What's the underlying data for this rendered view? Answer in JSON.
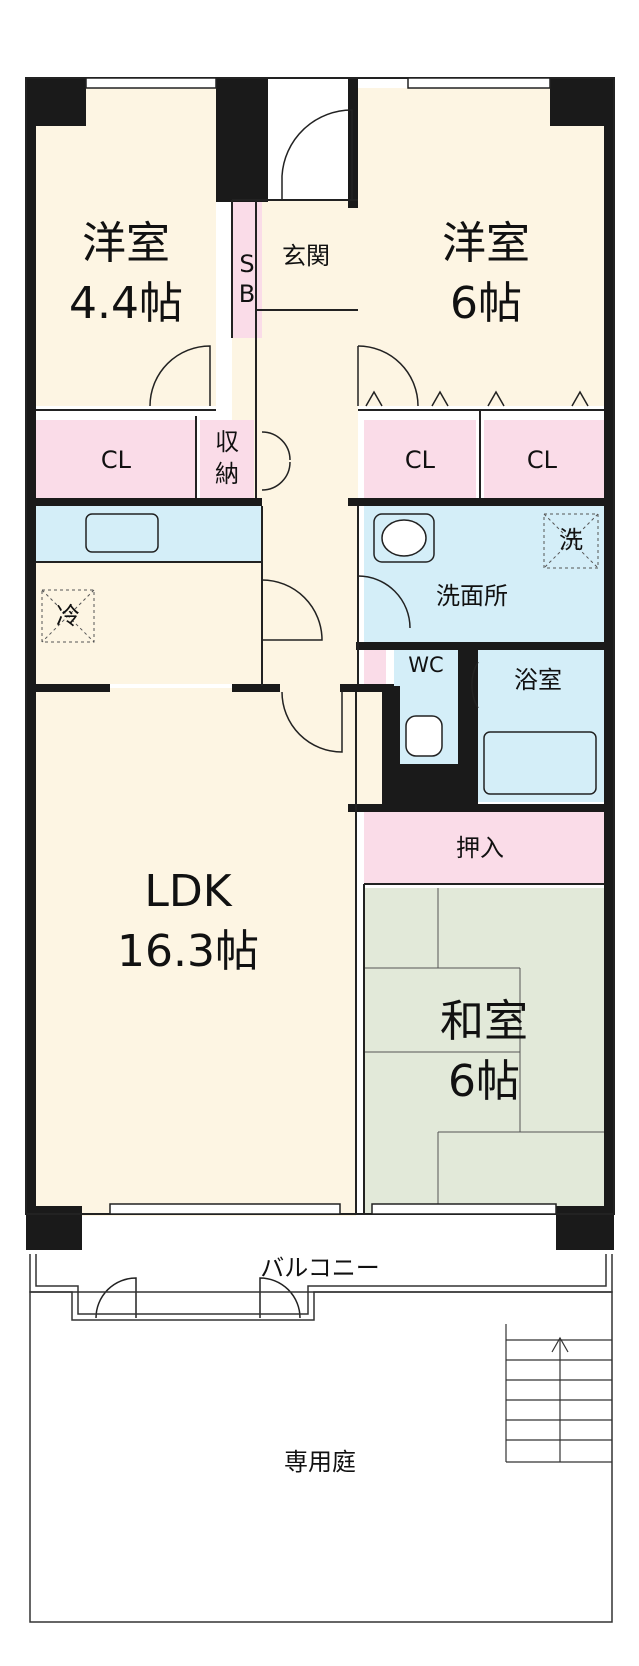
{
  "rooms": {
    "western_left": {
      "name": "洋室",
      "size": "4.4帖"
    },
    "western_right": {
      "name": "洋室",
      "size": "6帖"
    },
    "ldk": {
      "name": "LDK",
      "size": "16.3帖"
    },
    "japanese": {
      "name": "和室",
      "size": "6帖"
    }
  },
  "labels": {
    "entrance": "玄関",
    "shoebox_s": "S",
    "shoebox_b": "B",
    "storage_1": "収",
    "storage_2": "納",
    "closet_left": "CL",
    "closet_mid": "CL",
    "closet_right": "CL",
    "washroom": "洗面所",
    "washer": "洗",
    "fridge": "冷",
    "toilet": "WC",
    "bathroom": "浴室",
    "oshiire": "押入",
    "balcony": "バルコニー",
    "garden": "専用庭"
  },
  "colors": {
    "floor_cream": "#fdf5e3",
    "closet_pink": "#fadce8",
    "water_blue": "#d4eef8",
    "tatami_green": "#e2e9d9",
    "wall_black": "#1a1a1a"
  }
}
